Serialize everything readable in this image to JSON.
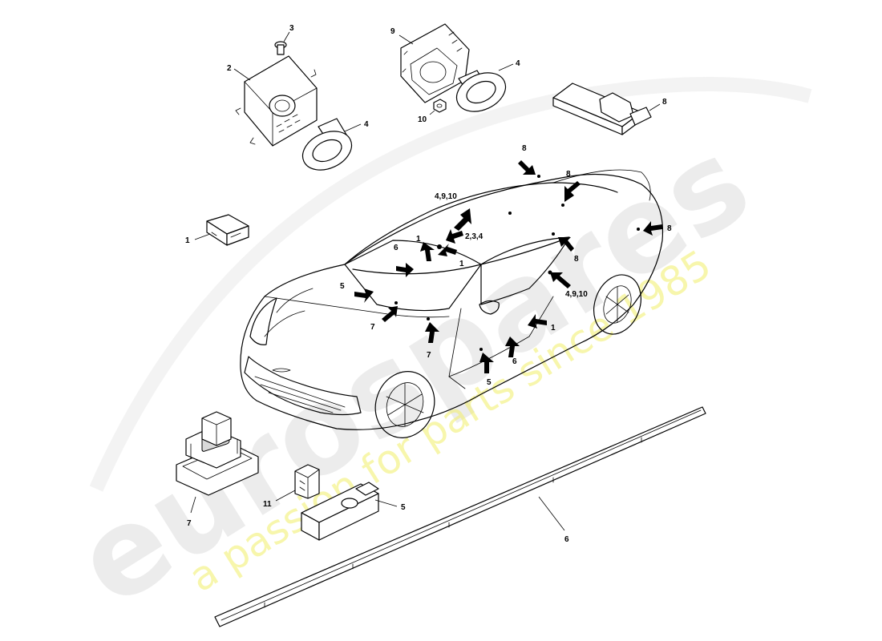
{
  "watermark": {
    "logo_text": "eurospares",
    "tagline": "a passion for parts since 1985",
    "logo_color": "#dddddd",
    "tagline_color": "#f2ef6a"
  },
  "callouts": {
    "c1": "1",
    "c2": "2",
    "c3": "3",
    "c4a": "4",
    "c4b": "4",
    "c5": "5",
    "c6": "6",
    "c7": "7",
    "c8": "8",
    "c9": "9",
    "c10": "10",
    "c11": "11"
  },
  "car_callouts": {
    "l_4_9_10_top": "4,9,10",
    "l_8_top": "8",
    "l_8_right_top": "8",
    "l_8_rear": "8",
    "l_8_door": "8",
    "l_2_3_4": "2,3,4",
    "l_1_mirror": "1",
    "l_1_mirror_b": "1",
    "l_6_dash": "6",
    "l_5_dash": "5",
    "l_7_a": "7",
    "l_7_b": "7",
    "l_4_9_10_door": "4,9,10",
    "l_1_door": "1",
    "l_6_door": "6",
    "l_5_door": "5"
  }
}
